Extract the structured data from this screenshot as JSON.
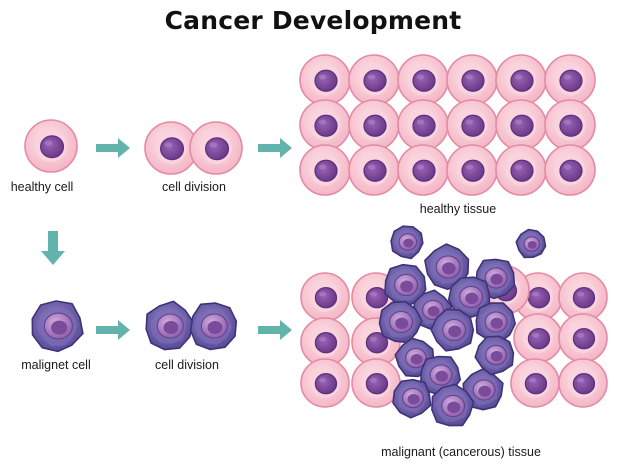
{
  "title": "Cancer Development",
  "labels": {
    "healthy_cell": "healthy cell",
    "cell_division_top": "cell division",
    "healthy_tissue": "healthy tissue",
    "malignet_cell": "malignet cell",
    "cell_division_bottom": "cell division",
    "malignant_tissue": "malignant (cancerous) tissue"
  },
  "colors": {
    "healthy_outer": "#f7c6d3",
    "healthy_outline": "#e58aa3",
    "healthy_nucleus": "#8a52a6",
    "healthy_nucleus_dark": "#5e2f7c",
    "malignant_outer": "#6e5fa8",
    "malignant_outline": "#3f3277",
    "malignant_nucleus": "#b58ac8",
    "malignant_nucleus_dark": "#6a3f8c",
    "arrow": "#62b3ac"
  },
  "icons": [
    "arrow-right-icon",
    "arrow-down-icon"
  ]
}
